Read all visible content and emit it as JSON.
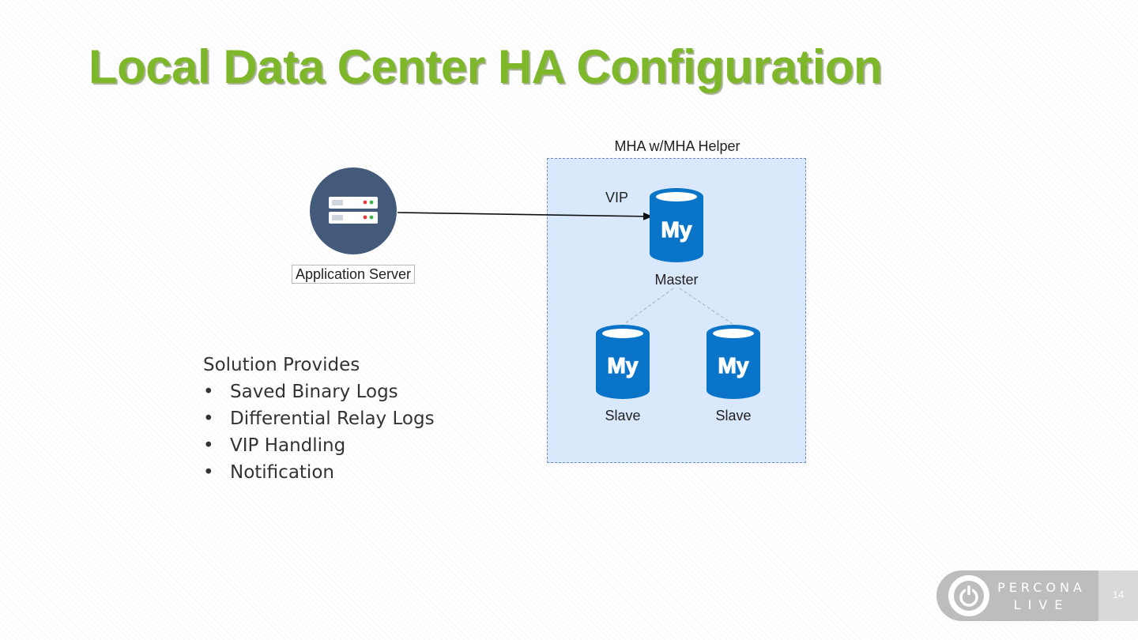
{
  "slide": {
    "title": "Local Data Center HA Configuration",
    "page_number": "14"
  },
  "diagram": {
    "box_caption": "MHA w/MHA Helper",
    "app_server_label": "Application Server",
    "vip_label": "VIP",
    "master_label": "Master",
    "slave_labels": [
      "Slave",
      "Slave"
    ],
    "db_icon_text": "My",
    "colors": {
      "box_fill": "#dae8fc",
      "box_border": "#6c8ebf",
      "db_blue": "#0a74c9",
      "server_circle": "#445a7a"
    }
  },
  "solution": {
    "heading": "Solution Provides",
    "items": [
      "Saved Binary Logs",
      "Differential Relay Logs",
      "VIP Handling",
      "Notification"
    ]
  },
  "logo": {
    "top": "PERCONA",
    "bottom": "LIVE",
    "icon": "power-icon"
  }
}
